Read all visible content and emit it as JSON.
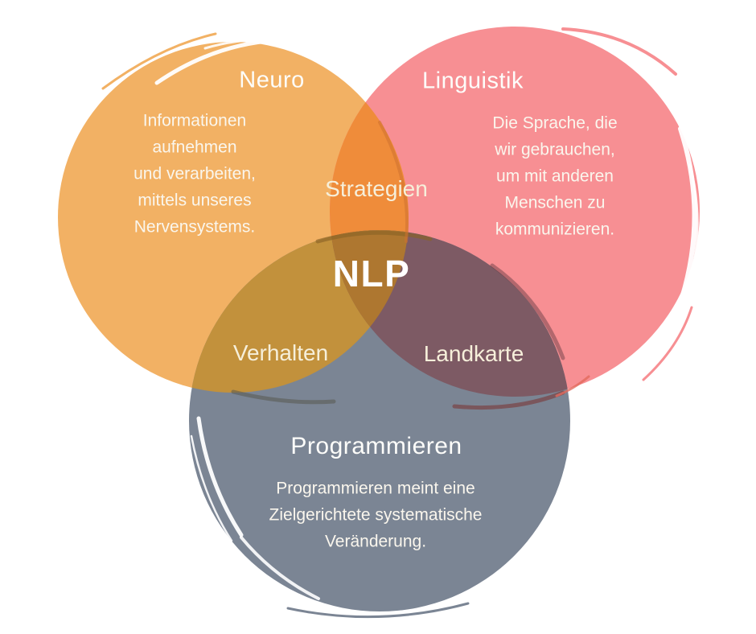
{
  "diagram": {
    "center_label": "NLP",
    "background": "#FFFFFF"
  },
  "colors": {
    "neuro": "#F2B164",
    "linguistik": "#F78F93",
    "programmieren": "#7B8594",
    "neuro_linguistik_overlap": "#EF8C3A",
    "neuro_programmieren_overlap": "#C2913C",
    "linguistik_programmieren_overlap": "#7D5A64",
    "center_overlap": "#AE7730",
    "title_text": "#FDFDFA",
    "body_text": "#FAF6ED",
    "overlap_text": "#F6EFDA"
  },
  "circles": {
    "neuro": {
      "label": "Neuro",
      "lines": [
        "Informationen",
        "aufnehmen",
        "und verarbeiten,",
        "mittels unseres",
        "Nervensystems."
      ]
    },
    "linguistik": {
      "label": "Linguistik",
      "lines": [
        "Die Sprache, die",
        "wir gebrauchen,",
        "um mit anderen",
        "Menschen zu",
        "kommunizieren."
      ]
    },
    "programmieren": {
      "label": "Programmieren",
      "lines": [
        "Programmieren meint eine",
        "Zielgerichtete systematische",
        "Veränderung."
      ]
    }
  },
  "overlaps": {
    "neuro_linguistik": "Strategien",
    "neuro_programmieren": "Verhalten",
    "linguistik_programmieren": "Landkarte"
  }
}
